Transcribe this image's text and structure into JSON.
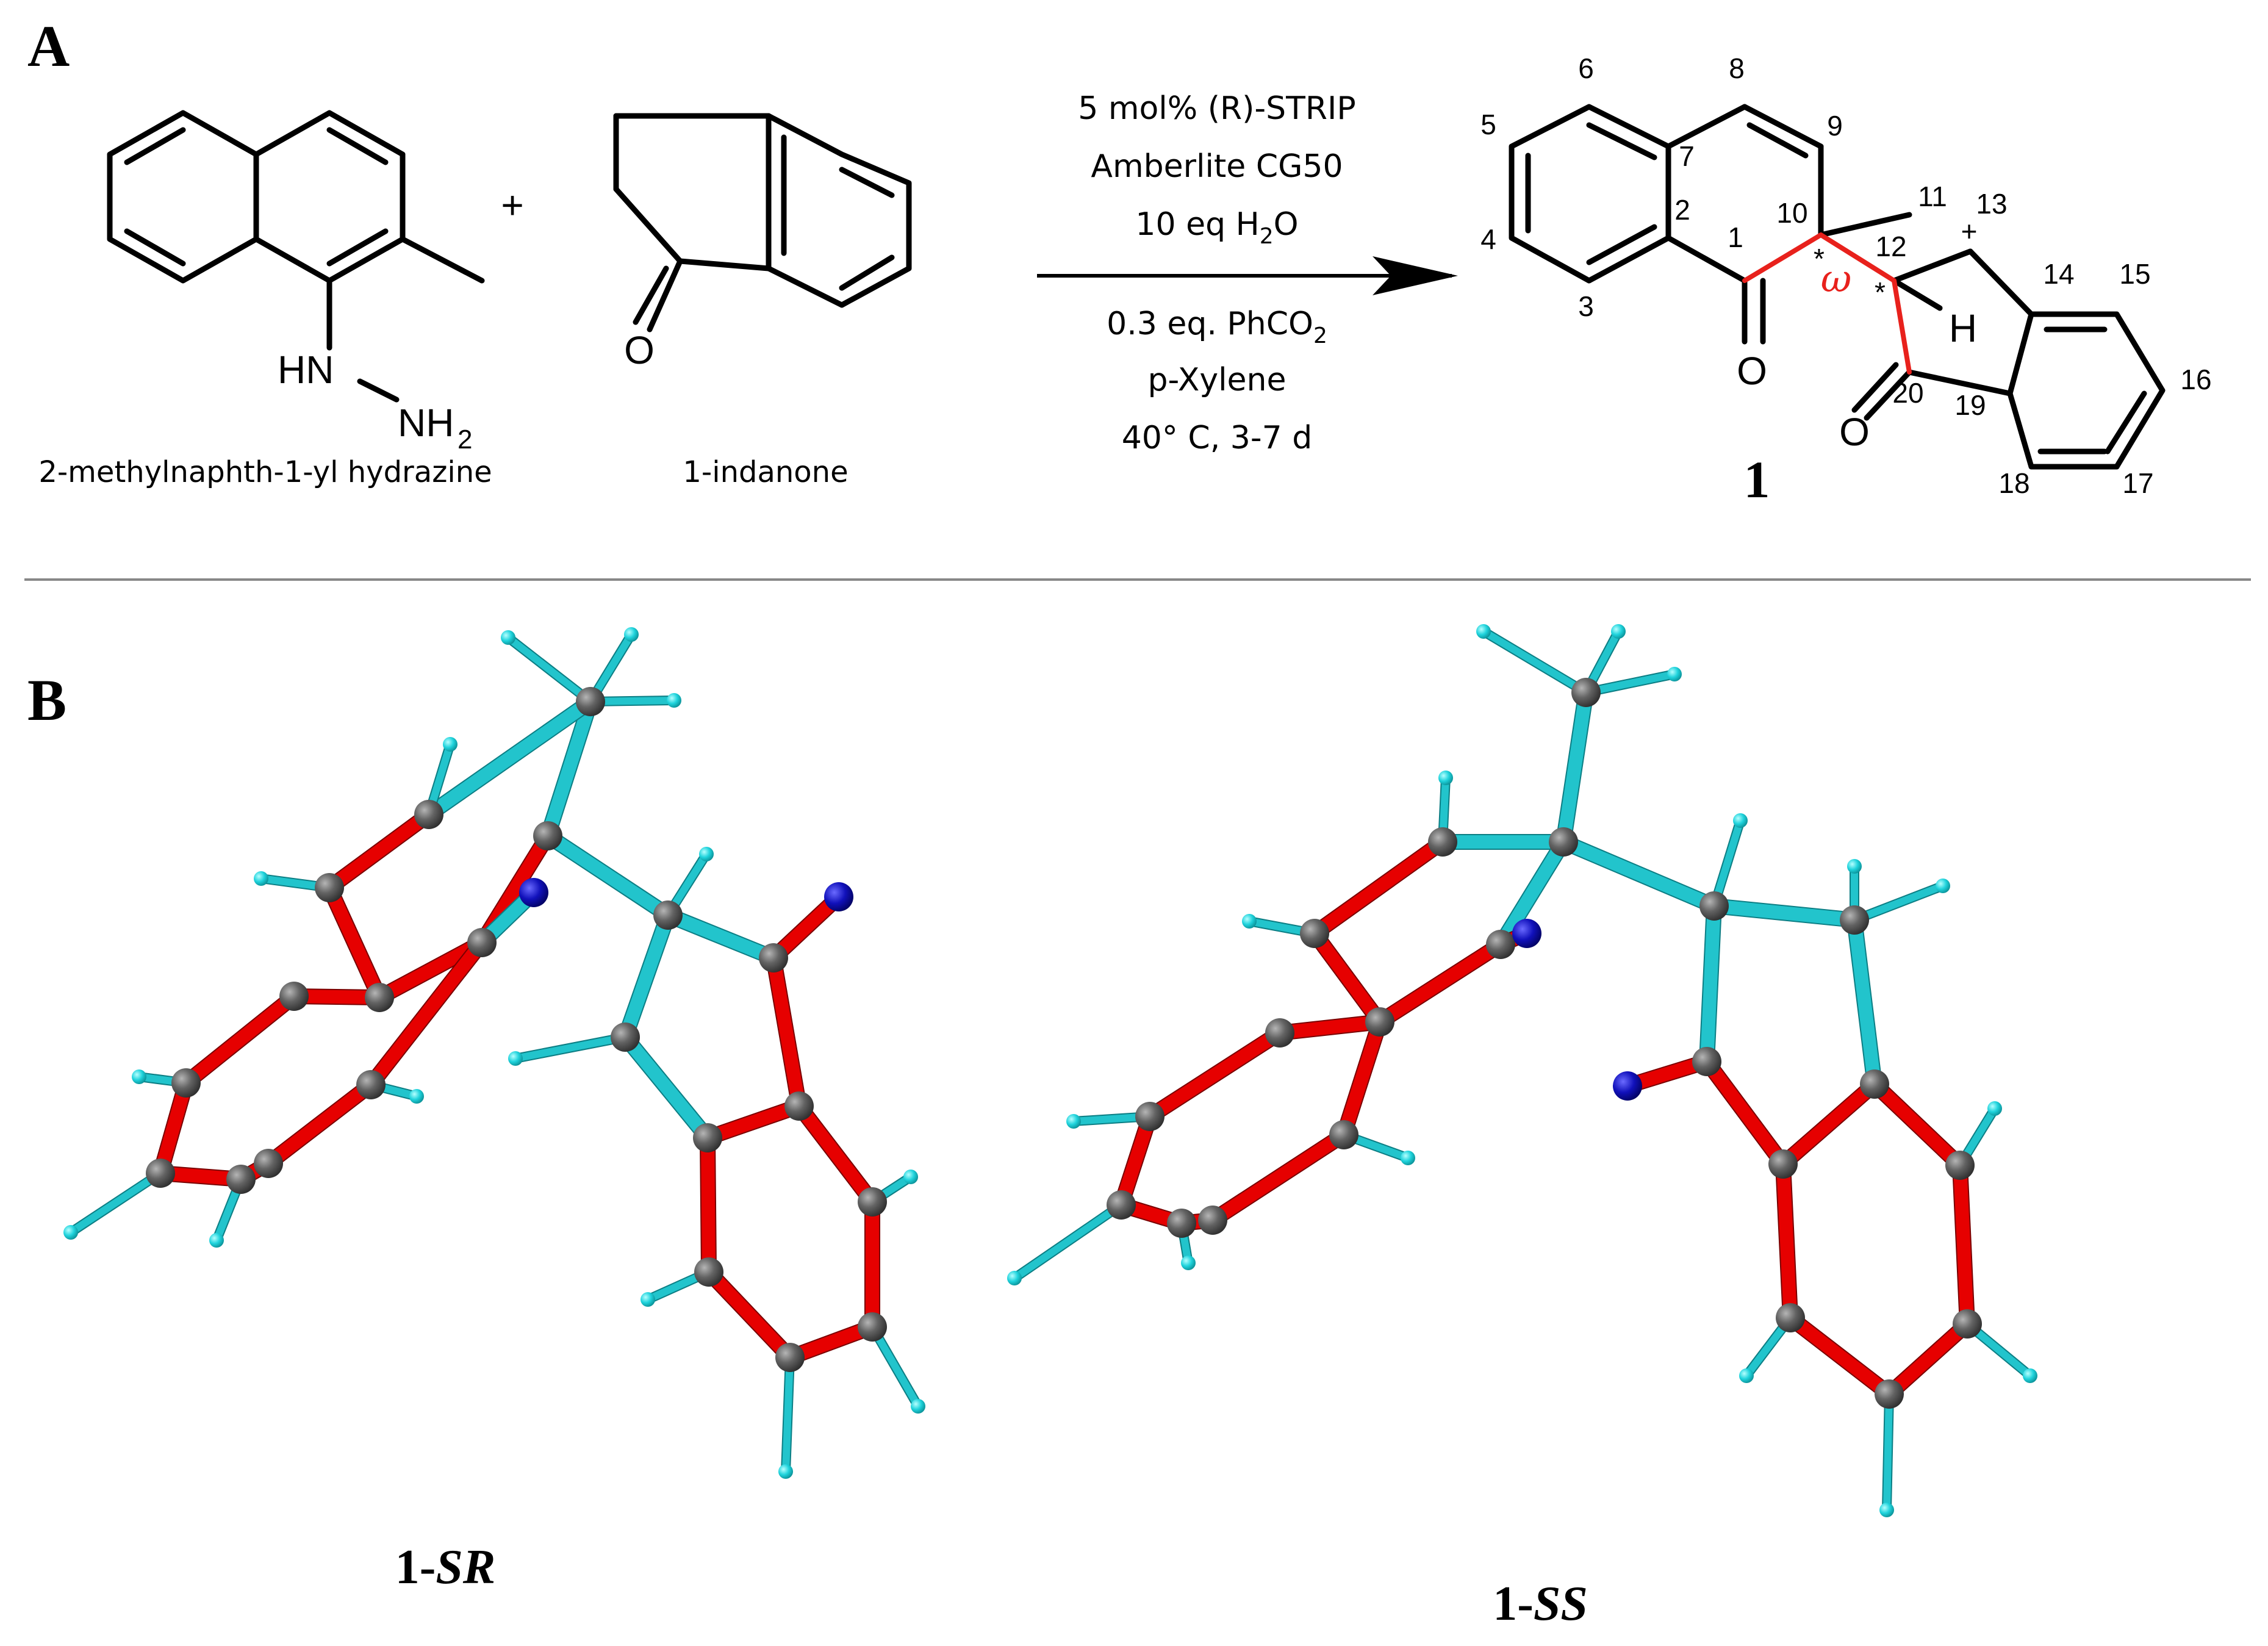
{
  "panels": {
    "a_letter": "A",
    "b_letter": "B"
  },
  "reactants": {
    "hydrazine_label": "2-methylnaphth-1-yl hydrazine",
    "hydrazine_hn": "HN",
    "hydrazine_nh": "NH",
    "hydrazine_sub": "2",
    "plus": "+",
    "indanone_label": "1-indanone",
    "indanone_o": "O"
  },
  "conditions": {
    "line1": "5 mol% (R)-STRIP",
    "line2": "Amberlite CG50",
    "line3_main": "10 eq H",
    "line3_sub": "2",
    "line3_end": "O",
    "line4_main": "0.3 eq. PhCO",
    "line4_sub": "2",
    "line5": "p-Xylene",
    "line6": "40° C, 3-7 d"
  },
  "product": {
    "compound_number": "1",
    "atom_numbers": [
      "1",
      "2",
      "3",
      "4",
      "5",
      "6",
      "7",
      "8",
      "9",
      "10",
      "11",
      "12",
      "13",
      "14",
      "15",
      "16",
      "17",
      "18",
      "19",
      "20"
    ],
    "oxygen": "O",
    "hydrogen": "H",
    "omega": "ω",
    "stereo_star": "*",
    "cation": "+"
  },
  "conformers": {
    "left_caption_num": "1-",
    "left_caption_ital": "SR",
    "right_caption_num": "1-",
    "right_caption_ital": "SS"
  },
  "colors": {
    "ring_bond": "#e60000",
    "chain_bond": "#22c4cc",
    "carbon": "#5a5a5a",
    "oxygen": "#0a0ab4",
    "hydrogen": "#1ad2dc",
    "highlight_bond": "#e8211c",
    "divider": "#888888"
  }
}
